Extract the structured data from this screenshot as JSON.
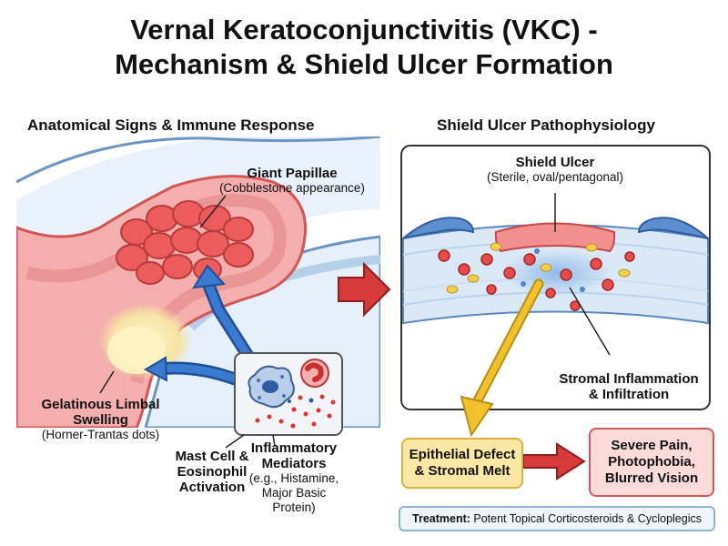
{
  "title": {
    "line1": "Vernal Keratoconjunctivitis (VKC) -",
    "line2": "Mechanism & Shield Ulcer Formation"
  },
  "left_panel": {
    "heading": "Anatomical Signs & Immune Response",
    "giant_papillae": {
      "label": "Giant Papillae",
      "note": "(Cobblestone appearance)"
    },
    "limbal_swelling": {
      "label_line1": "Gelatinous Limbal",
      "label_line2": "Swelling",
      "note": "(Horner-Trantas dots)"
    },
    "mast_cell": {
      "line1": "Mast Cell &",
      "line2": "Eosinophil",
      "line3": "Activation"
    },
    "mediators": {
      "line1": "Inflammatory",
      "line2": "Mediators",
      "note1": "(e.g., Histamine,",
      "note2": "Major Basic",
      "note3": "Protein)"
    }
  },
  "right_panel": {
    "heading": "Shield Ulcer Pathophysiology",
    "shield_ulcer": {
      "label": "Shield Ulcer",
      "note": "(Sterile, oval/pentagonal)"
    },
    "stromal": {
      "line1": "Stromal Inflammation",
      "line2": "& Infiltration"
    },
    "epithelial_defect": {
      "line1": "Epithelial Defect",
      "line2": "& Stromal Melt"
    },
    "symptoms": {
      "line1": "Severe Pain,",
      "line2": "Photophobia,",
      "line3": "Blurred Vision"
    },
    "treatment": {
      "prefix": "Treatment:",
      "text": " Potent Topical Corticosteroids & Cycloplegics"
    }
  },
  "colors": {
    "conjunctiva": "#f2a0a0",
    "papillae": "#e84c4c",
    "gelatinous": "#f6e4a4",
    "cornea": "#dbe9f7",
    "arrow_blue": "#2d6bc2",
    "arrow_red": "#d63a3a",
    "arrow_yellow": "#f2c12e"
  }
}
